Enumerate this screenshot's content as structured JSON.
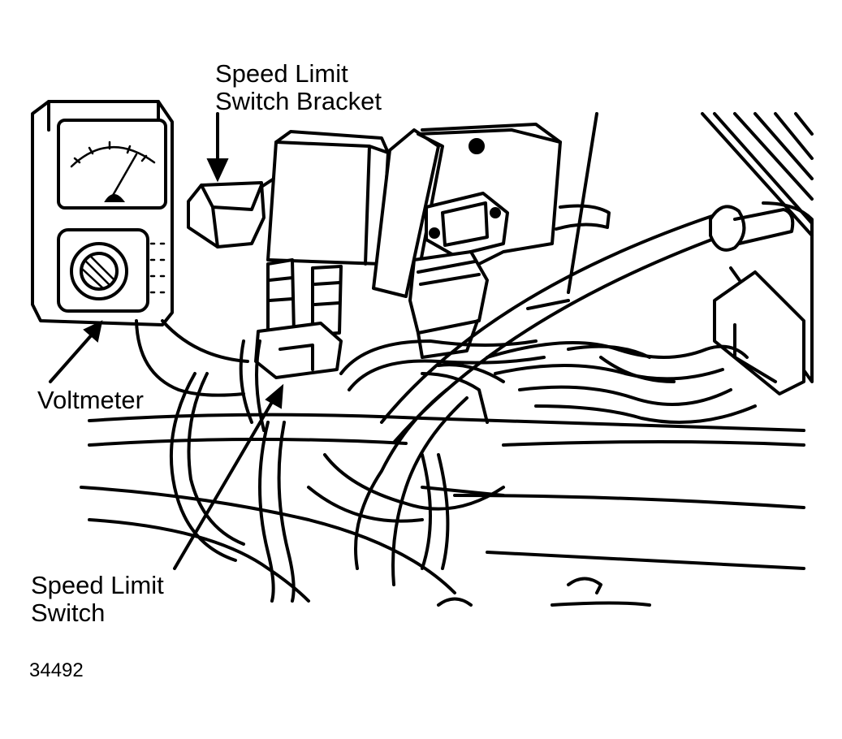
{
  "labels": {
    "bracket_line1": "Speed Limit",
    "bracket_line2": "Switch Bracket",
    "voltmeter": "Voltmeter",
    "switch_line1": "Speed Limit",
    "switch_line2": "Switch",
    "figure_number": "34492"
  }
}
